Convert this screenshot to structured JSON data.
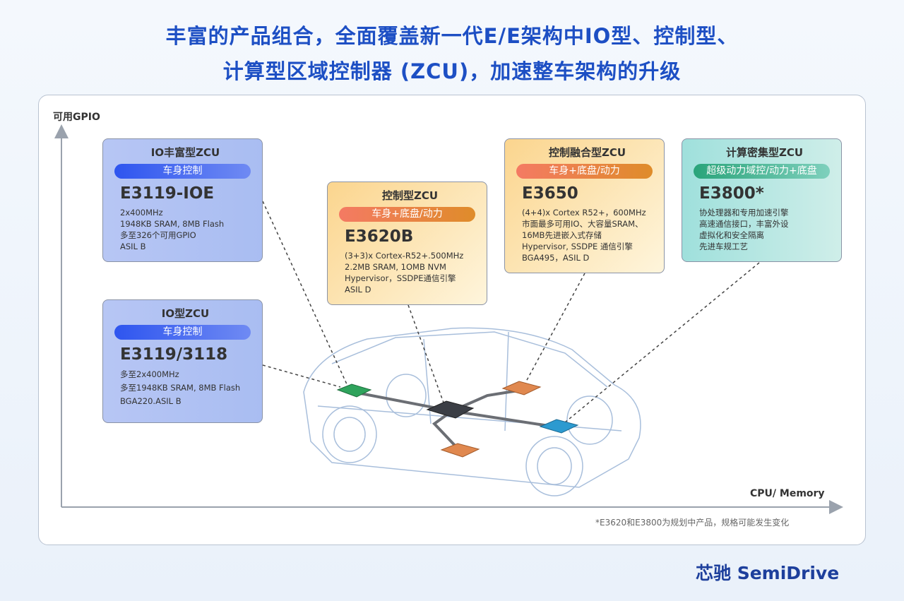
{
  "title": {
    "line1": "丰富的产品组合，全面覆盖新一代E/E架构中IO型、控制型、",
    "line2": "计算型区域控制器 (ZCU)，加速整车架构的升级"
  },
  "axes": {
    "y_label": "可用GPIO",
    "x_label": "CPU/ Memory"
  },
  "boxes": [
    {
      "title": "IO丰富型ZCU",
      "tag": "车身控制",
      "model": "E3119-IOE",
      "specs": [
        "2x400MHz",
        "1948KB SRAM, 8MB Flash",
        "多至326个可用GPIO",
        "ASIL B"
      ]
    },
    {
      "title": "IO型ZCU",
      "tag": "车身控制",
      "model": "E3119/3118",
      "specs": [
        "多至2x400MHz",
        "多至1948KB SRAM, 8MB Flash",
        "BGA220.ASIL B"
      ]
    },
    {
      "title": "控制型ZCU",
      "tag": "车身+底盘/动力",
      "model": "E3620B",
      "specs": [
        "(3+3)x Cortex-R52+.500MHz",
        "2.2MB SRAM, 1OMB NVM",
        "Hypervisor，SSDPE通信引擎",
        "ASIL D"
      ]
    },
    {
      "title": "控制融合型ZCU",
      "tag": "车身+底盘/动力",
      "model": "E3650",
      "specs": [
        "(4+4)x Cortex R52+，600MHz",
        "市面最多可用IO、大容量SRAM、",
        "16MB先进嵌入式存储",
        "Hypervisor, SSDPE 通信引擎",
        "BGA495，ASIL D"
      ]
    },
    {
      "title": "计算密集型ZCU",
      "tag": "超级动力域控/动力+底盘",
      "model": "E3800*",
      "specs": [
        "协处理器和专用加速引擎",
        "高速通信接口，丰富外设",
        "虚拟化和安全隔离",
        "先进车规工艺"
      ]
    }
  ],
  "footnote": "*E3620和E3800为规划中产品，规格可能发生变化",
  "logo": "芯驰 SemiDrive"
}
